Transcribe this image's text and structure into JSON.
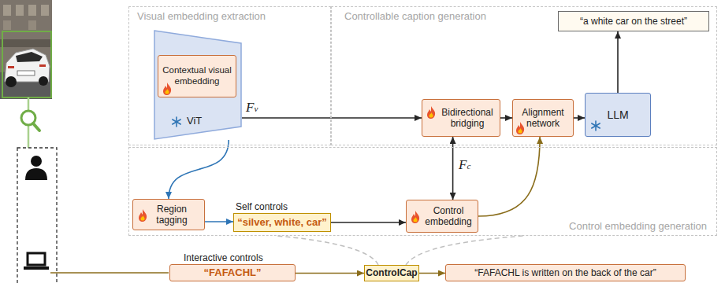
{
  "diagram": {
    "nodes": [
      {
        "text": [
          "Visual embedding extraction"
        ]
      },
      {
        "text": [
          "ViT"
        ],
        "in": 0
      },
      {
        "text": [
          "Contextual visual embedding"
        ],
        "in": 1
      },
      {
        "text": [
          "Controllable caption generation"
        ]
      },
      {
        "text": [
          "“a white car on the street”"
        ],
        "in": 3
      },
      {
        "text": [
          "Bidirectional bridging"
        ],
        "in": 3
      },
      {
        "text": [
          "Alignment network"
        ],
        "in": 3
      },
      {
        "text": [
          "LLM"
        ],
        "in": 3
      },
      {
        "text": [
          "Control embedding generation"
        ]
      },
      {
        "text": [
          "Region tagging"
        ],
        "in": 8
      },
      {
        "text": [
          "Self controls",
          "“silver, white, car”"
        ],
        "in": 8
      },
      {
        "text": [
          "Control embedding"
        ],
        "in": 8
      },
      {
        "text": [
          "Interactive controls",
          "“FAFACHL”"
        ]
      },
      {
        "text": [
          "ControlCap"
        ]
      },
      {
        "text": [
          "“FAFACHL is written on the back of the car”"
        ]
      }
    ],
    "edges": [
      {
        "from": 1,
        "to": 5,
        "arrow": "to"
      },
      {
        "from": 1,
        "to": 9,
        "arrow": "to"
      },
      {
        "from": 5,
        "to": 6,
        "arrow": "to"
      },
      {
        "from": 6,
        "to": 7,
        "arrow": "to"
      },
      {
        "from": 7,
        "to": 4,
        "arrow": "to"
      },
      {
        "from": 5,
        "to": 11,
        "arrow": "both"
      },
      {
        "from": 9,
        "to": 10,
        "arrow": "to"
      },
      {
        "from": 10,
        "to": 11,
        "arrow": "to"
      },
      {
        "from": 11,
        "to": 6,
        "arrow": "to"
      },
      {
        "from": 12,
        "to": 13,
        "arrow": "to"
      },
      {
        "from": 13,
        "to": 14,
        "arrow": "to"
      }
    ],
    "labels": [
      "Fv",
      "Fc"
    ]
  }
}
